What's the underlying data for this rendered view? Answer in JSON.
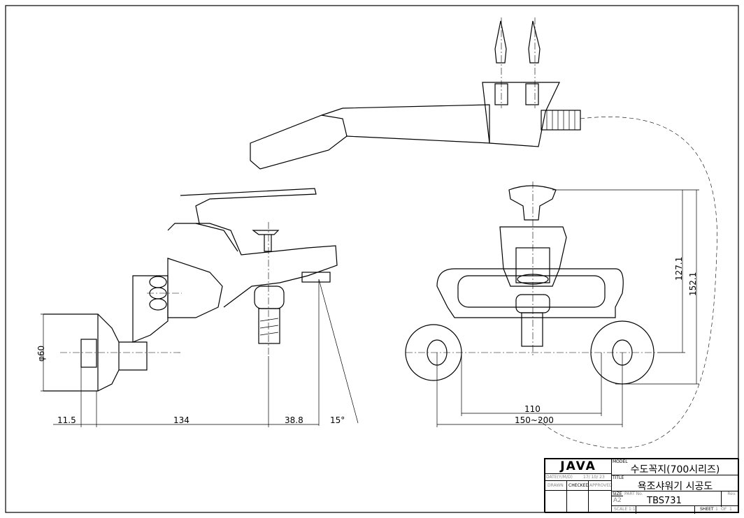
{
  "dimensions": {
    "dia60": "φ60",
    "d11_5": "11.5",
    "d134": "134",
    "d38_8": "38.8",
    "angle15": "15°",
    "d110": "110",
    "d150_200": "150~200",
    "d127_1": "127.1",
    "d152_1": "152.1"
  },
  "title_block": {
    "logo": "JAVA",
    "model_label": "MODEL",
    "model": "수도꼭지(700시리즈)",
    "date_label": "DATE(Y/M/D)",
    "date": "17/ 10/ 23",
    "title_label": "TITLE",
    "title": "욕조샤워기 시공도",
    "drawn_label": "DRAWN",
    "checked_label": "CHECKED",
    "approved_label": "APPROVED",
    "size_label": "SIZE",
    "size": "A2",
    "part_no_label": "PART No.",
    "part_no": "TBS731",
    "rev_label": "Rev.",
    "scale_label": "SCALE",
    "scale": "1:1",
    "sheet_label": "SHEET",
    "sheet": "1",
    "of_label": "OF",
    "of": "1"
  }
}
